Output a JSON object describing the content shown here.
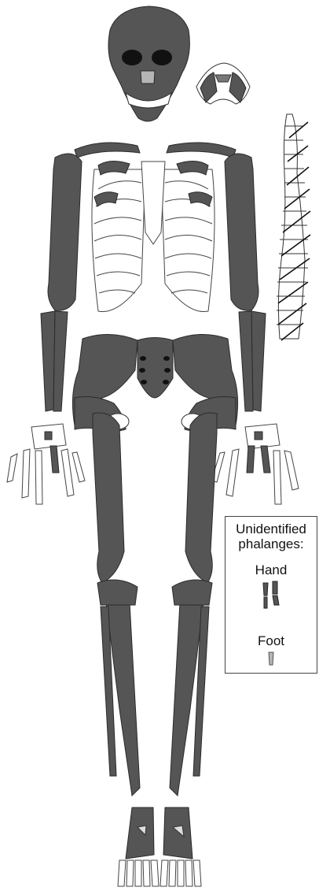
{
  "colors": {
    "present": "#555555",
    "absent": "#ffffff",
    "outline": "#2b2b2b",
    "accent_gray": "#b5b5b5"
  },
  "legend": {
    "title_line1": "Unidentified",
    "title_line2": "phalanges:",
    "hand_label": "Hand",
    "foot_label": "Foot"
  }
}
